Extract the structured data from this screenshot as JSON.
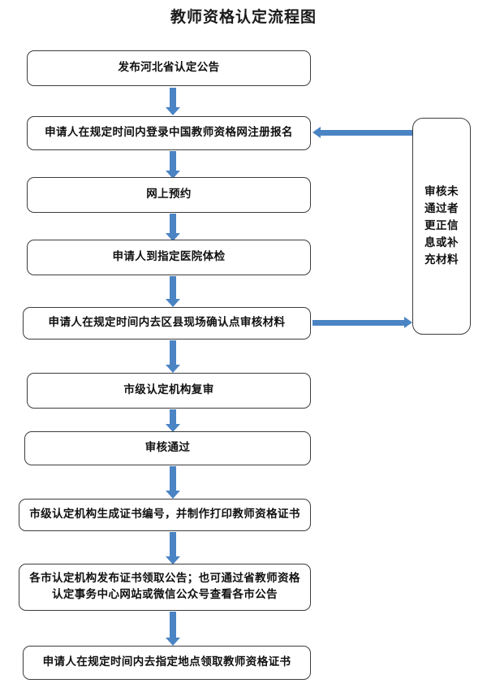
{
  "chart_data": {
    "type": "diagram",
    "title": "教师资格认定流程图",
    "orientation": "top-to-bottom",
    "accent_color": "#4a84c4",
    "node_border_color": "#3d3d3d",
    "nodes": [
      {
        "id": "n1",
        "label": "发布河北省认定公告"
      },
      {
        "id": "n2",
        "label": "申请人在规定时间内登录中国教师资格网注册报名"
      },
      {
        "id": "n3",
        "label": "网上预约"
      },
      {
        "id": "n4",
        "label": "申请人到指定医院体检"
      },
      {
        "id": "n5",
        "label": "申请人在规定时间内去区县现场确认点审核材料"
      },
      {
        "id": "n6",
        "label": "市级认定机构复审"
      },
      {
        "id": "n7",
        "label": "审核通过"
      },
      {
        "id": "n8",
        "label": "市级认定机构生成证书编号，并制作打印教师资格证书"
      },
      {
        "id": "n9",
        "label": "各市认定机构发布证书领取公告；也可通过省教师资格\n认定事务中心网站或微信公众号查看各市公告"
      },
      {
        "id": "n10",
        "label": "申请人在规定时间内去指定地点领取教师资格证书"
      },
      {
        "id": "side",
        "label": "审核未通过者更正信息或补充材料"
      }
    ],
    "edges": [
      {
        "from": "n1",
        "to": "n2",
        "direction": "down"
      },
      {
        "from": "n2",
        "to": "n3",
        "direction": "down"
      },
      {
        "from": "n3",
        "to": "n4",
        "direction": "down"
      },
      {
        "from": "n4",
        "to": "n5",
        "direction": "down"
      },
      {
        "from": "n5",
        "to": "n6",
        "direction": "down"
      },
      {
        "from": "n6",
        "to": "n7",
        "direction": "down"
      },
      {
        "from": "n7",
        "to": "n8",
        "direction": "down"
      },
      {
        "from": "n8",
        "to": "n9",
        "direction": "down"
      },
      {
        "from": "n9",
        "to": "n10",
        "direction": "down"
      },
      {
        "from": "n5",
        "to": "side",
        "direction": "right"
      },
      {
        "from": "side",
        "to": "n2",
        "direction": "left"
      }
    ]
  }
}
